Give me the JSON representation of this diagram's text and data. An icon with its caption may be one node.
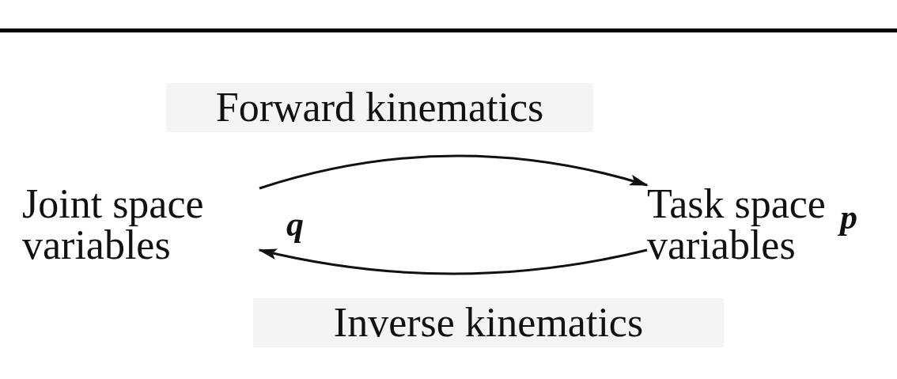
{
  "diagram": {
    "labels": [
      "q"
    ],
    "nodes": [
      {
        "text": [
          "Joint space variables"
        ]
      },
      {
        "text": [
          "Task space variables"
        ],
        "beside": [
          "p"
        ]
      }
    ],
    "edges": [
      {
        "from": 0,
        "to": 1,
        "arrow": "to",
        "label": "Forward kinematics"
      },
      {
        "from": 1,
        "to": 0,
        "arrow": "to",
        "label": "Inverse kinematics"
      }
    ]
  }
}
